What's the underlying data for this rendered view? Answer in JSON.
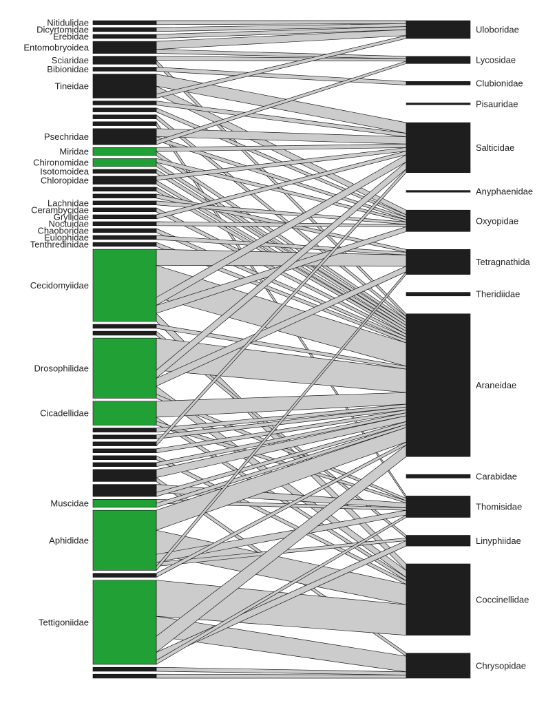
{
  "colors": {
    "predator_box": "#1e1e1e",
    "prey_highlight": "#21a035",
    "prey_default": "#1e1e1e",
    "link_fill": "#cccccc",
    "link_stroke": "#1a1a1a"
  },
  "prey": [
    {
      "label": "Nitidulidae",
      "size": 1
    },
    {
      "label": "Dicyrtomidae",
      "size": 1
    },
    {
      "label": "Erebidae",
      "size": 1
    },
    {
      "label": "Entomobryoidea",
      "size": 3
    },
    {
      "label": "Sciaridae",
      "size": 2
    },
    {
      "label": "Bibionidae",
      "size": 1
    },
    {
      "label": "Tineidae",
      "size": 6
    },
    {
      "label": "",
      "size": 1
    },
    {
      "label": "",
      "size": 1
    },
    {
      "label": "",
      "size": 1
    },
    {
      "label": "",
      "size": 1
    },
    {
      "label": "Psechridae",
      "size": 4
    },
    {
      "label": "Miridae",
      "size": 2,
      "highlight": true
    },
    {
      "label": "Chironomidae",
      "size": 2,
      "highlight": true
    },
    {
      "label": "Isotomoidea",
      "size": 1
    },
    {
      "label": "Chloropidae",
      "size": 2
    },
    {
      "label": "",
      "size": 1
    },
    {
      "label": "",
      "size": 1
    },
    {
      "label": "Lachnidae",
      "size": 1
    },
    {
      "label": "Cerambycidae",
      "size": 1
    },
    {
      "label": "Gryllidae",
      "size": 1
    },
    {
      "label": "Noctuidae",
      "size": 1
    },
    {
      "label": "Chaoboridae",
      "size": 1
    },
    {
      "label": "Eulophidae",
      "size": 1
    },
    {
      "label": "Tenthredinidae",
      "size": 1
    },
    {
      "label": "Cecidomyiidae",
      "size": 18,
      "highlight": true
    },
    {
      "label": "",
      "size": 1
    },
    {
      "label": "",
      "size": 1
    },
    {
      "label": "Drosophilidae",
      "size": 15,
      "highlight": true
    },
    {
      "label": "Cicadellidae",
      "size": 6,
      "highlight": true
    },
    {
      "label": "",
      "size": 1
    },
    {
      "label": "",
      "size": 1
    },
    {
      "label": "",
      "size": 1
    },
    {
      "label": "",
      "size": 1
    },
    {
      "label": "",
      "size": 1
    },
    {
      "label": "",
      "size": 1
    },
    {
      "label": "",
      "size": 3
    },
    {
      "label": "",
      "size": 3
    },
    {
      "label": "Muscidae",
      "size": 2,
      "highlight": true
    },
    {
      "label": "Aphididae",
      "size": 15,
      "highlight": true
    },
    {
      "label": "",
      "size": 1
    },
    {
      "label": "Tettigoniidae",
      "size": 21,
      "highlight": true
    },
    {
      "label": "",
      "size": 1
    },
    {
      "label": "",
      "size": 1
    }
  ],
  "predators": [
    {
      "label": "Uloboridae",
      "size": 5
    },
    {
      "label": "Lycosidae",
      "size": 2
    },
    {
      "label": "Clubionidae",
      "size": 1
    },
    {
      "label": "Pisauridae",
      "size": 0.5
    },
    {
      "label": "Salticidae",
      "size": 14
    },
    {
      "label": "Anyphaenidae",
      "size": 0.5
    },
    {
      "label": "Oxyopidae",
      "size": 6
    },
    {
      "label": "Tetragnathida",
      "size": 7
    },
    {
      "label": "Theridiidae",
      "size": 1
    },
    {
      "label": "Araneidae",
      "size": 40
    },
    {
      "label": "Carabidae",
      "size": 1
    },
    {
      "label": "Thomisidae",
      "size": 6
    },
    {
      "label": "Linyphiidae",
      "size": 3
    },
    {
      "label": "Coccinellidae",
      "size": 20
    },
    {
      "label": "Chrysopidae",
      "size": 7
    }
  ],
  "interactions": [
    [
      0,
      0,
      1
    ],
    [
      1,
      0,
      1
    ],
    [
      2,
      0,
      1
    ],
    [
      3,
      0,
      2
    ],
    [
      3,
      1,
      1
    ],
    [
      4,
      1,
      1
    ],
    [
      4,
      9,
      1
    ],
    [
      5,
      2,
      1
    ],
    [
      6,
      4,
      3
    ],
    [
      6,
      6,
      2
    ],
    [
      6,
      0,
      1
    ],
    [
      7,
      4,
      1
    ],
    [
      8,
      6,
      1
    ],
    [
      9,
      9,
      1
    ],
    [
      10,
      11,
      1
    ],
    [
      11,
      4,
      2
    ],
    [
      11,
      6,
      1
    ],
    [
      11,
      1,
      1
    ],
    [
      12,
      4,
      1
    ],
    [
      12,
      9,
      1
    ],
    [
      13,
      6,
      1
    ],
    [
      13,
      9,
      1
    ],
    [
      14,
      9,
      1
    ],
    [
      15,
      4,
      1
    ],
    [
      15,
      9,
      1
    ],
    [
      16,
      9,
      1
    ],
    [
      17,
      7,
      1
    ],
    [
      18,
      6,
      1
    ],
    [
      19,
      9,
      1
    ],
    [
      20,
      4,
      1
    ],
    [
      21,
      6,
      1
    ],
    [
      22,
      9,
      1
    ],
    [
      23,
      7,
      1
    ],
    [
      24,
      9,
      1
    ],
    [
      25,
      7,
      4
    ],
    [
      25,
      9,
      8
    ],
    [
      25,
      4,
      2
    ],
    [
      25,
      6,
      2
    ],
    [
      25,
      13,
      2
    ],
    [
      26,
      9,
      1
    ],
    [
      27,
      12,
      1
    ],
    [
      28,
      9,
      8
    ],
    [
      28,
      4,
      2
    ],
    [
      28,
      7,
      2
    ],
    [
      28,
      13,
      2
    ],
    [
      28,
      11,
      1
    ],
    [
      29,
      9,
      4
    ],
    [
      29,
      13,
      1
    ],
    [
      29,
      11,
      1
    ],
    [
      30,
      9,
      1
    ],
    [
      31,
      9,
      1
    ],
    [
      32,
      4,
      1
    ],
    [
      33,
      9,
      1
    ],
    [
      34,
      13,
      1
    ],
    [
      35,
      9,
      1
    ],
    [
      36,
      9,
      2
    ],
    [
      36,
      14,
      1
    ],
    [
      37,
      11,
      2
    ],
    [
      37,
      9,
      1
    ],
    [
      38,
      11,
      1
    ],
    [
      38,
      9,
      1
    ],
    [
      39,
      9,
      5
    ],
    [
      39,
      13,
      6
    ],
    [
      39,
      11,
      2
    ],
    [
      39,
      12,
      1
    ],
    [
      39,
      7,
      1
    ],
    [
      40,
      9,
      1
    ],
    [
      41,
      13,
      9
    ],
    [
      41,
      14,
      5
    ],
    [
      41,
      9,
      4
    ],
    [
      41,
      12,
      2
    ],
    [
      41,
      11,
      1
    ],
    [
      42,
      14,
      1
    ],
    [
      43,
      14,
      1
    ]
  ]
}
